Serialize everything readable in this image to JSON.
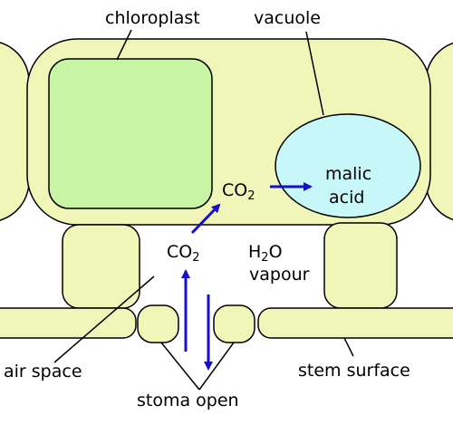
{
  "labels": {
    "chloroplast": "chloroplast",
    "vacuole": "vacuole",
    "malic_line1": "malic",
    "malic_line2": "acid",
    "co2_top": "CO",
    "co2_top_sub": "2",
    "co2_mid": "CO",
    "co2_mid_sub": "2",
    "h2o_h": "H",
    "h2o_sub": "2",
    "h2o_o": "O",
    "vapour": "vapour",
    "air_space": "air space",
    "stem_surface": "stem surface",
    "stoma_open": "stoma open"
  },
  "colors": {
    "cell_fill": "#f0f5b8",
    "chloroplast_fill": "#c7f5a3",
    "vacuole_fill": "#c8f7fa",
    "outline": "#000000",
    "arrow": "#1a0fc8"
  }
}
